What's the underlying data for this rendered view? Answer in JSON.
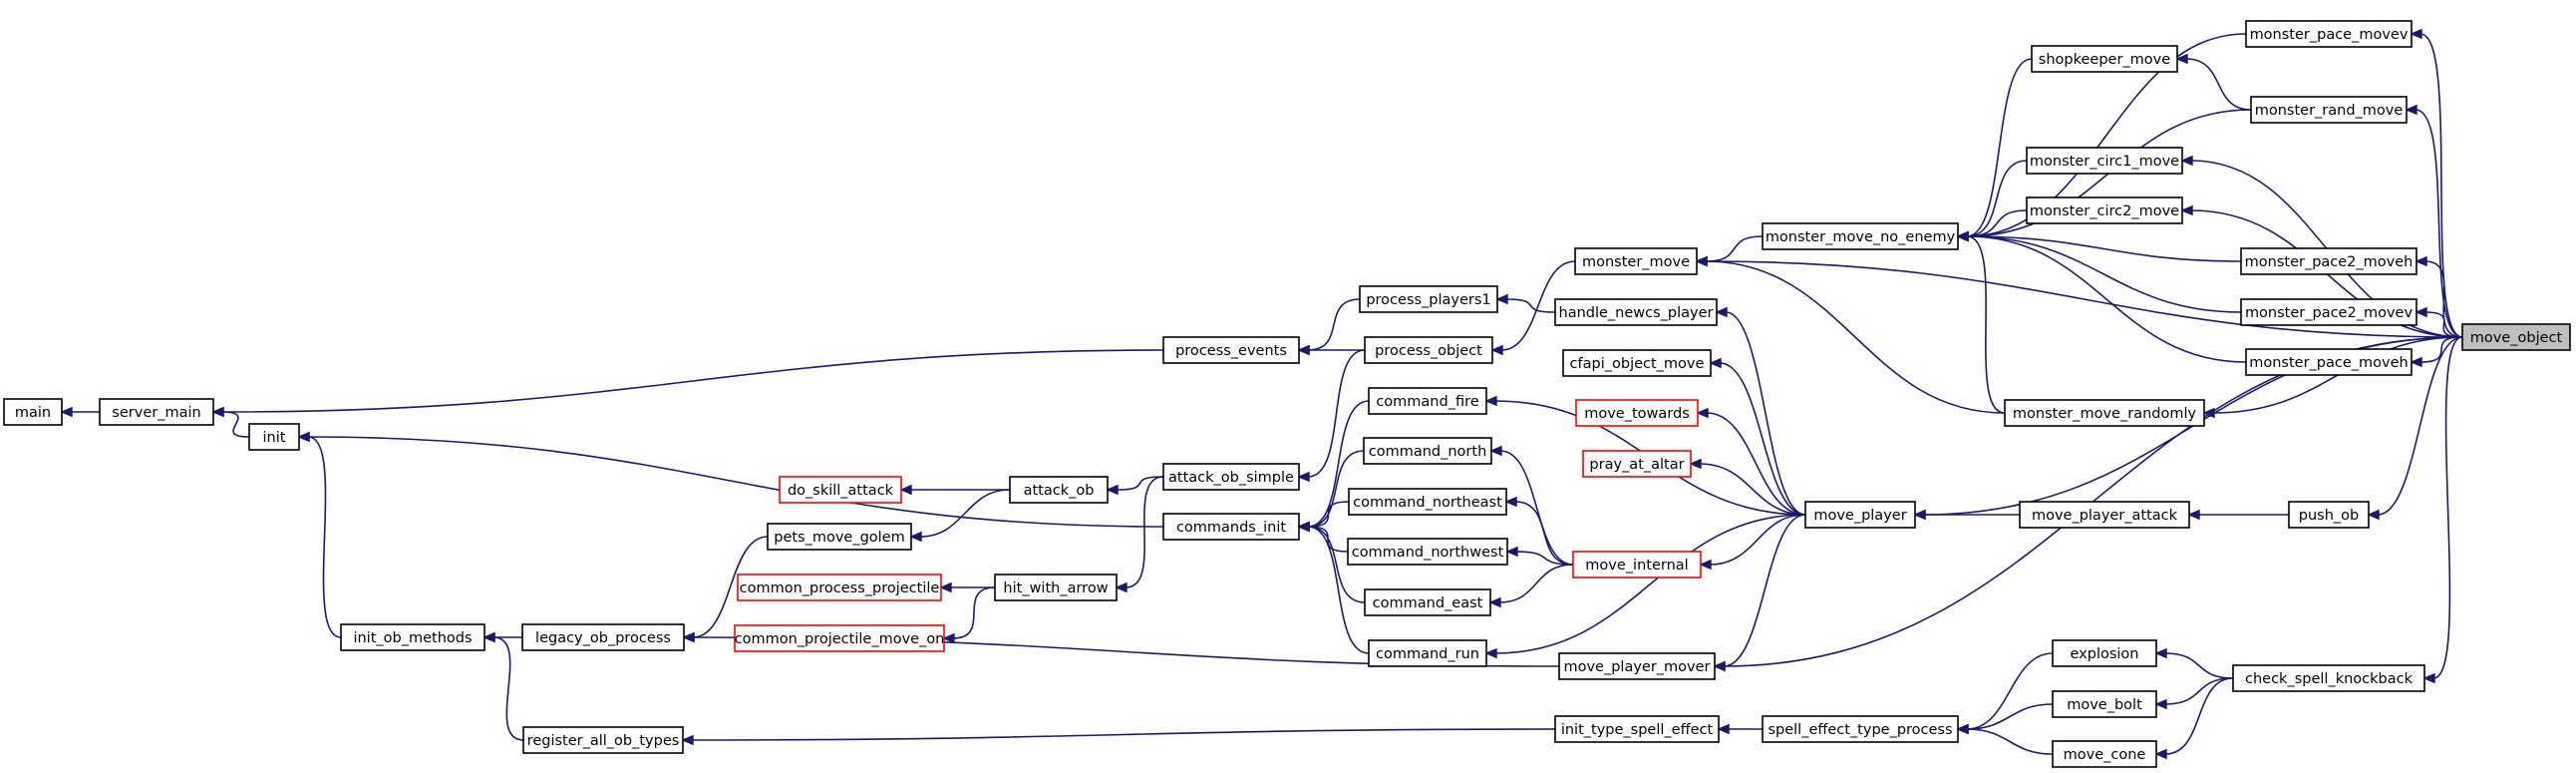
{
  "graph": {
    "title": "",
    "target": "move_object",
    "nodes": [
      {
        "id": "main",
        "label": "main",
        "missing": false
      },
      {
        "id": "server_main",
        "label": "server_main",
        "missing": false
      },
      {
        "id": "init",
        "label": "init",
        "missing": false
      },
      {
        "id": "init_ob_methods",
        "label": "init_ob_methods",
        "missing": false
      },
      {
        "id": "legacy_ob_process",
        "label": "legacy_ob_process",
        "missing": false
      },
      {
        "id": "register_all_ob_types",
        "label": "register_all_ob_types",
        "missing": false
      },
      {
        "id": "pets_move_golem",
        "label": "pets_move_golem",
        "missing": false
      },
      {
        "id": "do_skill_attack",
        "label": "do_skill_attack",
        "missing": true
      },
      {
        "id": "attack_ob",
        "label": "attack_ob",
        "missing": false
      },
      {
        "id": "common_process_projectile",
        "label": "common_process_projectile",
        "missing": true
      },
      {
        "id": "common_projectile_move_on",
        "label": "common_projectile_move_on",
        "missing": true
      },
      {
        "id": "hit_with_arrow",
        "label": "hit_with_arrow",
        "missing": false
      },
      {
        "id": "process_events",
        "label": "process_events",
        "missing": false
      },
      {
        "id": "attack_ob_simple",
        "label": "attack_ob_simple",
        "missing": false
      },
      {
        "id": "commands_init",
        "label": "commands_init",
        "missing": false
      },
      {
        "id": "process_players1",
        "label": "process_players1",
        "missing": false
      },
      {
        "id": "process_object",
        "label": "process_object",
        "missing": false
      },
      {
        "id": "command_fire",
        "label": "command_fire",
        "missing": false
      },
      {
        "id": "command_north",
        "label": "command_north",
        "missing": false
      },
      {
        "id": "command_northeast",
        "label": "command_northeast",
        "missing": false
      },
      {
        "id": "command_northwest",
        "label": "command_northwest",
        "missing": false
      },
      {
        "id": "command_east",
        "label": "command_east",
        "missing": false
      },
      {
        "id": "command_run",
        "label": "command_run",
        "missing": false
      },
      {
        "id": "monster_move",
        "label": "monster_move",
        "missing": false
      },
      {
        "id": "handle_newcs_player",
        "label": "handle_newcs_player",
        "missing": false
      },
      {
        "id": "cfapi_object_move",
        "label": "cfapi_object_move",
        "missing": false
      },
      {
        "id": "move_towards",
        "label": "move_towards",
        "missing": true
      },
      {
        "id": "pray_at_altar",
        "label": "pray_at_altar",
        "missing": true
      },
      {
        "id": "move_internal",
        "label": "move_internal",
        "missing": true
      },
      {
        "id": "move_player_mover",
        "label": "move_player_mover",
        "missing": false
      },
      {
        "id": "init_type_spell_effect",
        "label": "init_type_spell_effect",
        "missing": false
      },
      {
        "id": "monster_move_no_enemy",
        "label": "monster_move_no_enemy",
        "missing": false
      },
      {
        "id": "move_player",
        "label": "move_player",
        "missing": false
      },
      {
        "id": "spell_effect_type_process",
        "label": "spell_effect_type_process",
        "missing": false
      },
      {
        "id": "shopkeeper_move",
        "label": "shopkeeper_move",
        "missing": false
      },
      {
        "id": "monster_circ1_move",
        "label": "monster_circ1_move",
        "missing": false
      },
      {
        "id": "monster_circ2_move",
        "label": "monster_circ2_move",
        "missing": false
      },
      {
        "id": "monster_move_randomly",
        "label": "monster_move_randomly",
        "missing": false
      },
      {
        "id": "move_player_attack",
        "label": "move_player_attack",
        "missing": false
      },
      {
        "id": "explosion",
        "label": "explosion",
        "missing": false
      },
      {
        "id": "move_bolt",
        "label": "move_bolt",
        "missing": false
      },
      {
        "id": "move_cone",
        "label": "move_cone",
        "missing": false
      },
      {
        "id": "monster_pace_movev",
        "label": "monster_pace_movev",
        "missing": false
      },
      {
        "id": "monster_rand_move",
        "label": "monster_rand_move",
        "missing": false
      },
      {
        "id": "monster_pace2_moveh",
        "label": "monster_pace2_moveh",
        "missing": false
      },
      {
        "id": "monster_pace2_movev",
        "label": "monster_pace2_movev",
        "missing": false
      },
      {
        "id": "monster_pace_moveh",
        "label": "monster_pace_moveh",
        "missing": false
      },
      {
        "id": "push_ob",
        "label": "push_ob",
        "missing": false
      },
      {
        "id": "check_spell_knockback",
        "label": "check_spell_knockback",
        "missing": false
      },
      {
        "id": "move_object",
        "label": "move_object",
        "missing": false
      }
    ],
    "edges": [
      {
        "from": "server_main",
        "to": "main"
      },
      {
        "from": "init",
        "to": "server_main"
      },
      {
        "from": "process_events",
        "to": "server_main"
      },
      {
        "from": "init_ob_methods",
        "to": "init"
      },
      {
        "from": "commands_init",
        "to": "init"
      },
      {
        "from": "legacy_ob_process",
        "to": "init_ob_methods"
      },
      {
        "from": "register_all_ob_types",
        "to": "init_ob_methods"
      },
      {
        "from": "pets_move_golem",
        "to": "legacy_ob_process"
      },
      {
        "from": "move_player_mover",
        "to": "legacy_ob_process"
      },
      {
        "from": "attack_ob",
        "to": "pets_move_golem"
      },
      {
        "from": "attack_ob",
        "to": "do_skill_attack"
      },
      {
        "from": "attack_ob_simple",
        "to": "attack_ob"
      },
      {
        "from": "hit_with_arrow",
        "to": "common_process_projectile"
      },
      {
        "from": "hit_with_arrow",
        "to": "common_projectile_move_on"
      },
      {
        "from": "attack_ob_simple",
        "to": "hit_with_arrow"
      },
      {
        "from": "process_players1",
        "to": "process_events"
      },
      {
        "from": "process_object",
        "to": "process_events"
      },
      {
        "from": "process_object",
        "to": "attack_ob_simple"
      },
      {
        "from": "command_fire",
        "to": "commands_init"
      },
      {
        "from": "command_north",
        "to": "commands_init"
      },
      {
        "from": "command_northeast",
        "to": "commands_init"
      },
      {
        "from": "command_northwest",
        "to": "commands_init"
      },
      {
        "from": "command_east",
        "to": "commands_init"
      },
      {
        "from": "command_run",
        "to": "commands_init"
      },
      {
        "from": "handle_newcs_player",
        "to": "process_players1"
      },
      {
        "from": "monster_move",
        "to": "process_object"
      },
      {
        "from": "move_player",
        "to": "command_fire"
      },
      {
        "from": "move_internal",
        "to": "command_north"
      },
      {
        "from": "move_internal",
        "to": "command_northeast"
      },
      {
        "from": "move_internal",
        "to": "command_northwest"
      },
      {
        "from": "move_internal",
        "to": "command_east"
      },
      {
        "from": "move_player",
        "to": "command_run"
      },
      {
        "from": "monster_move_no_enemy",
        "to": "monster_move"
      },
      {
        "from": "monster_move_randomly",
        "to": "monster_move"
      },
      {
        "from": "move_player",
        "to": "handle_newcs_player"
      },
      {
        "from": "move_player",
        "to": "cfapi_object_move"
      },
      {
        "from": "move_player",
        "to": "move_towards"
      },
      {
        "from": "move_player",
        "to": "pray_at_altar"
      },
      {
        "from": "move_player",
        "to": "move_internal"
      },
      {
        "from": "move_player",
        "to": "move_player_mover"
      },
      {
        "from": "spell_effect_type_process",
        "to": "init_type_spell_effect"
      },
      {
        "from": "init_type_spell_effect",
        "to": "register_all_ob_types"
      },
      {
        "from": "shopkeeper_move",
        "to": "monster_move_no_enemy"
      },
      {
        "from": "monster_circ1_move",
        "to": "monster_move_no_enemy"
      },
      {
        "from": "monster_circ2_move",
        "to": "monster_move_no_enemy"
      },
      {
        "from": "monster_pace_movev",
        "to": "monster_move_no_enemy"
      },
      {
        "from": "monster_rand_move",
        "to": "monster_move_no_enemy"
      },
      {
        "from": "monster_pace2_moveh",
        "to": "monster_move_no_enemy"
      },
      {
        "from": "monster_pace2_movev",
        "to": "monster_move_no_enemy"
      },
      {
        "from": "monster_pace_moveh",
        "to": "monster_move_no_enemy"
      },
      {
        "from": "monster_move_randomly",
        "to": "monster_move_no_enemy"
      },
      {
        "from": "move_player_attack",
        "to": "move_player"
      },
      {
        "from": "explosion",
        "to": "spell_effect_type_process"
      },
      {
        "from": "move_bolt",
        "to": "spell_effect_type_process"
      },
      {
        "from": "move_cone",
        "to": "spell_effect_type_process"
      },
      {
        "from": "monster_rand_move",
        "to": "shopkeeper_move"
      },
      {
        "from": "push_ob",
        "to": "move_player_attack"
      },
      {
        "from": "check_spell_knockback",
        "to": "explosion"
      },
      {
        "from": "check_spell_knockback",
        "to": "move_bolt"
      },
      {
        "from": "check_spell_knockback",
        "to": "move_cone"
      },
      {
        "from": "move_object",
        "to": "monster_pace_movev"
      },
      {
        "from": "move_object",
        "to": "monster_rand_move"
      },
      {
        "from": "move_object",
        "to": "monster_circ1_move"
      },
      {
        "from": "move_object",
        "to": "monster_circ2_move"
      },
      {
        "from": "move_object",
        "to": "monster_pace2_moveh"
      },
      {
        "from": "move_object",
        "to": "monster_pace2_movev"
      },
      {
        "from": "move_object",
        "to": "monster_pace_moveh"
      },
      {
        "from": "move_object",
        "to": "monster_move_randomly"
      },
      {
        "from": "move_object",
        "to": "monster_move"
      },
      {
        "from": "move_object",
        "to": "move_player"
      },
      {
        "from": "move_object",
        "to": "push_ob"
      },
      {
        "from": "move_object",
        "to": "move_player_mover"
      },
      {
        "from": "move_object",
        "to": "check_spell_knockback"
      }
    ]
  }
}
